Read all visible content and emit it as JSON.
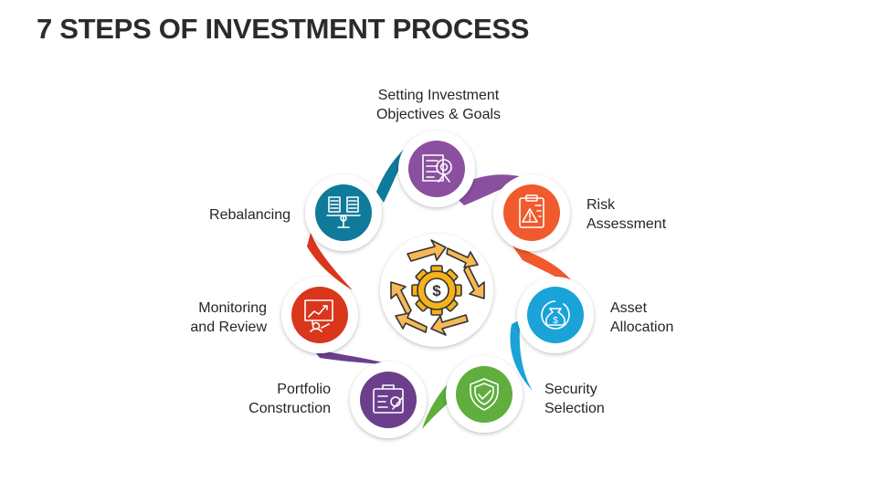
{
  "title": "7 STEPS OF INVESTMENT PROCESS",
  "steps": [
    {
      "label": "Setting Investment\nObjectives & Goals",
      "color": "#8a4f9e",
      "icon": "target-checklist-icon"
    },
    {
      "label": "Risk\nAssessment",
      "color": "#f05a2c",
      "icon": "clipboard-warning-icon"
    },
    {
      "label": "Asset\nAllocation",
      "color": "#1aa3d9",
      "icon": "money-bag-cycle-icon"
    },
    {
      "label": "Security\nSelection",
      "color": "#5fae3e",
      "icon": "shield-check-icon"
    },
    {
      "label": "Portfolio\nConstruction",
      "color": "#6b3f8c",
      "icon": "portfolio-document-icon"
    },
    {
      "label": "Monitoring\nand Review",
      "color": "#d9361c",
      "icon": "presentation-chart-icon"
    },
    {
      "label": "Rebalancing",
      "color": "#0f7a99",
      "icon": "document-balance-icon"
    }
  ],
  "center": {
    "icon": "gear-dollar-cycle-icon",
    "gear_color": "#f5b21b"
  }
}
